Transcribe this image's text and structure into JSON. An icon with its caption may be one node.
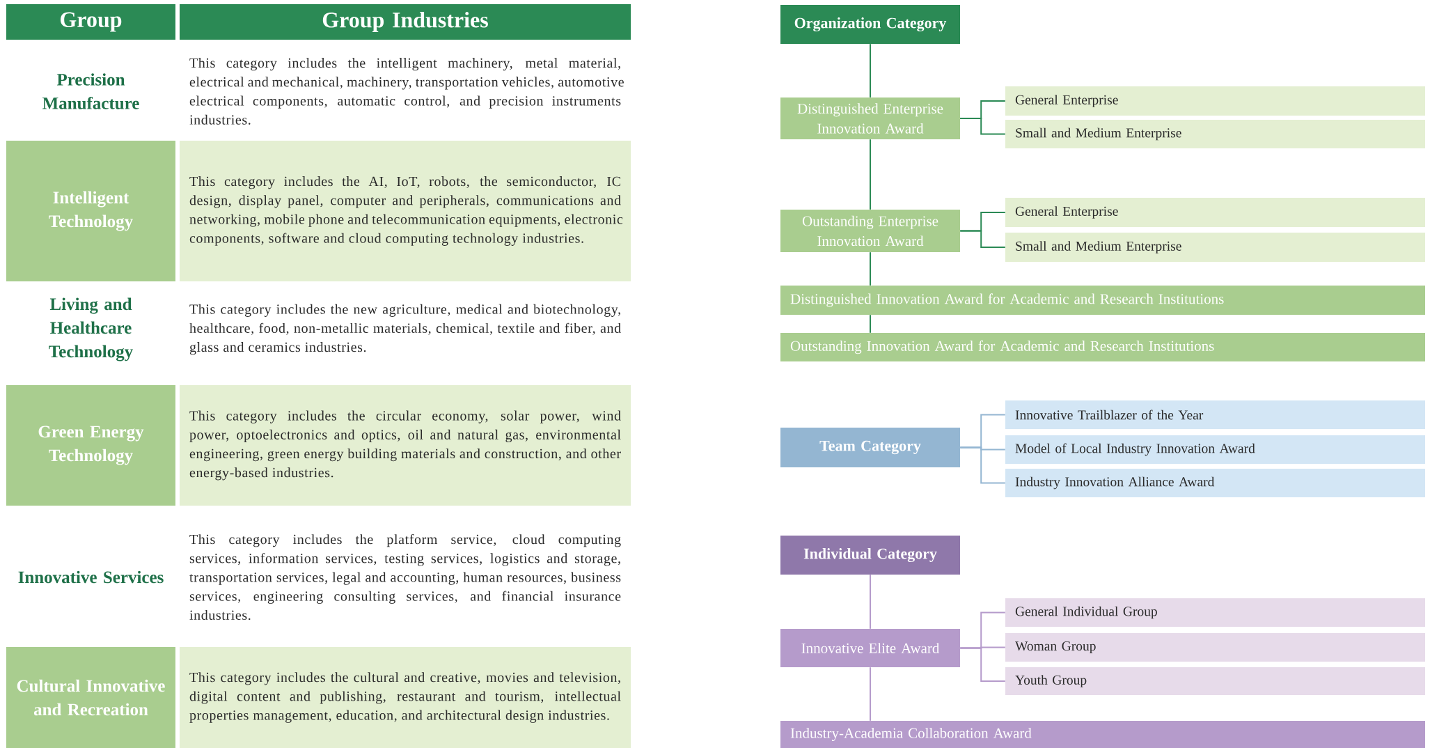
{
  "diagram": {
    "nodes": [
      {
        "text": [
          "Group"
        ]
      },
      {
        "text": [
          "Group Industries"
        ]
      },
      {
        "text": [
          "Precision Manufacture"
        ]
      },
      {
        "text": [
          "This category includes the intelligent machinery, metal material, electrical and mechanical, machinery, transportation vehicles, automotive electrical components, automatic control, and precision instruments industries."
        ]
      },
      {
        "text": [
          "Intelligent Technology"
        ]
      },
      {
        "text": [
          "This category includes the AI, IoT, robots, the semiconductor, IC design, display panel, computer and peripherals, communications and networking, mobile phone and telecommunication equipments, electronic components, software and cloud computing technology industries."
        ]
      },
      {
        "text": [
          "Living and Healthcare Technology"
        ]
      },
      {
        "text": [
          "This category includes the new agriculture, medical and biotechnology, healthcare, food, non-metallic materials, chemical, textile and fiber, and glass and ceramics industries."
        ]
      },
      {
        "text": [
          "Green Energy Technology"
        ]
      },
      {
        "text": [
          "This category includes the circular economy, solar power, wind power, optoelectronics and optics, oil and natural gas, environmental engineering, green energy building materials and construction, and other energy-based industries."
        ]
      },
      {
        "text": [
          "Innovative Services"
        ]
      },
      {
        "text": [
          "This category includes the platform service, cloud computing services, information services, testing services, logistics and storage, transportation services, legal and accounting, human resources, business services, engineering consulting services, and financial insurance industries."
        ]
      },
      {
        "text": [
          "Cultural Innovative and Recreation"
        ]
      },
      {
        "text": [
          "This category includes the cultural and creative, movies and television, digital content and publishing, restaurant and tourism, intellectual properties management, education, and architectural design industries."
        ]
      },
      {
        "text": [
          "Organization Category"
        ]
      },
      {
        "text": [
          "Distinguished Enterprise Innovation Award"
        ]
      },
      {
        "text": [
          "General Enterprise"
        ]
      },
      {
        "text": [
          "Small and Medium Enterprise"
        ]
      },
      {
        "text": [
          "Outstanding Enterprise Innovation Award"
        ]
      },
      {
        "text": [
          "General Enterprise"
        ]
      },
      {
        "text": [
          "Small and Medium Enterprise"
        ]
      },
      {
        "text": [
          "Distinguished Innovation Award for Academic and Research Institutions"
        ]
      },
      {
        "text": [
          "Outstanding Innovation Award for Academic and Research Institutions"
        ]
      },
      {
        "text": [
          "Team Category"
        ]
      },
      {
        "text": [
          "Innovative Trailblazer of the Year"
        ]
      },
      {
        "text": [
          "Model of Local Industry Innovation Award"
        ]
      },
      {
        "text": [
          "Industry Innovation Alliance Award"
        ]
      },
      {
        "text": [
          "Individual Category"
        ]
      },
      {
        "text": [
          "Innovative Elite Award"
        ]
      },
      {
        "text": [
          "General Individual Group"
        ]
      },
      {
        "text": [
          "Woman Group"
        ]
      },
      {
        "text": [
          "Youth Group"
        ]
      },
      {
        "text": [
          "Industry-Academia Collaboration Award"
        ]
      }
    ],
    "edges": [
      {
        "from": 14,
        "to": 15,
        "arrow": "none"
      },
      {
        "from": 15,
        "to": 16,
        "arrow": "none"
      },
      {
        "from": 15,
        "to": 17,
        "arrow": "none"
      },
      {
        "from": 15,
        "to": 18,
        "arrow": "none"
      },
      {
        "from": 18,
        "to": 19,
        "arrow": "none"
      },
      {
        "from": 18,
        "to": 20,
        "arrow": "none"
      },
      {
        "from": 18,
        "to": 21,
        "arrow": "none"
      },
      {
        "from": 21,
        "to": 22,
        "arrow": "none"
      },
      {
        "from": 23,
        "to": 24,
        "arrow": "none",
        "color": "#94b6d2"
      },
      {
        "from": 23,
        "to": 25,
        "arrow": "none",
        "color": "#94b6d2"
      },
      {
        "from": 23,
        "to": 26,
        "arrow": "none",
        "color": "#94b6d2"
      },
      {
        "from": 27,
        "to": 28,
        "arrow": "none",
        "color": "#b59bcb"
      },
      {
        "from": 28,
        "to": 29,
        "arrow": "none",
        "color": "#b59bcb"
      },
      {
        "from": 28,
        "to": 30,
        "arrow": "none",
        "color": "#b59bcb"
      },
      {
        "from": 28,
        "to": 31,
        "arrow": "none",
        "color": "#b59bcb"
      },
      {
        "from": 28,
        "to": 32,
        "arrow": "none",
        "color": "#b59bcb"
      }
    ]
  }
}
